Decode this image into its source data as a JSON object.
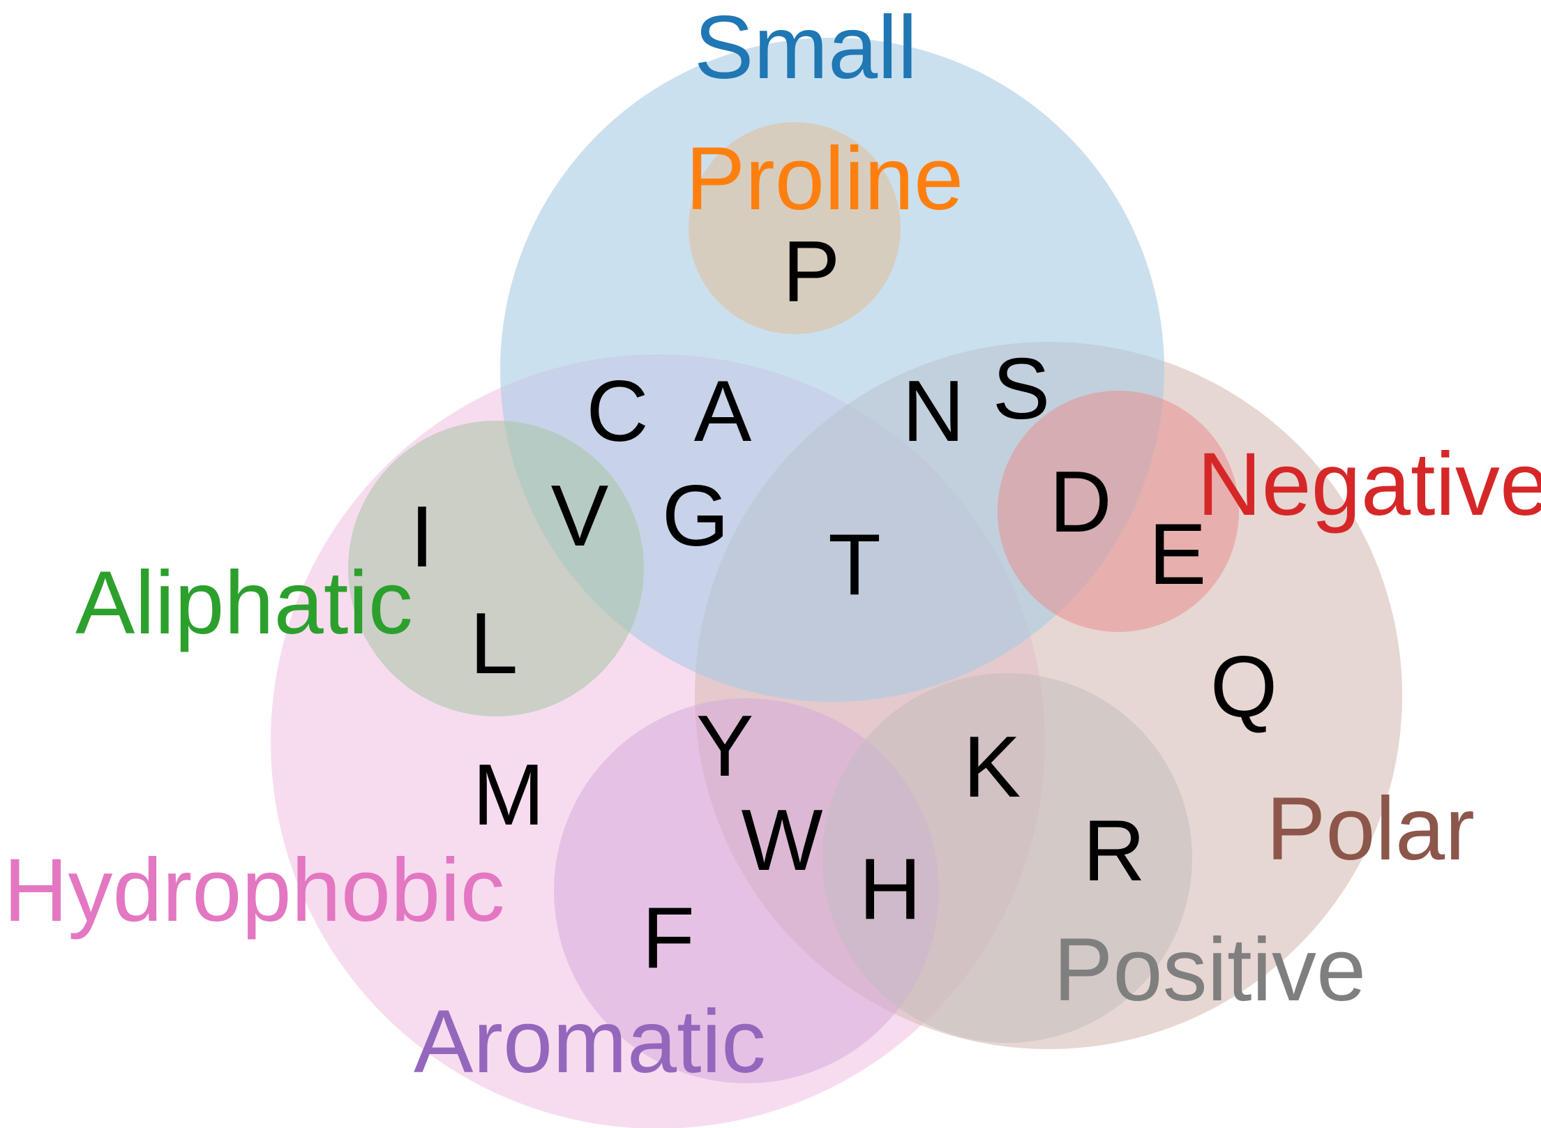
{
  "sets": {
    "small": {
      "label": "Small",
      "color": "#1f77b4",
      "fill": "#a9cbe2"
    },
    "proline": {
      "label": "Proline",
      "color": "#ff7f0e",
      "fill": "#e0bfa0"
    },
    "aliphatic": {
      "label": "Aliphatic",
      "color": "#2ca02c",
      "fill": "#a8c4a4"
    },
    "hydrophobic": {
      "label": "Hydrophobic",
      "color": "#e377c2",
      "fill": "#f0c0e1"
    },
    "polar": {
      "label": "Polar",
      "color": "#8c564b",
      "fill": "#d7bcb6"
    },
    "negative": {
      "label": "Negative",
      "color": "#d62728",
      "fill": "#e89090"
    },
    "positive": {
      "label": "Positive",
      "color": "#7f7f7f",
      "fill": "#c0bcbc"
    },
    "aromatic": {
      "label": "Aromatic",
      "color": "#9467bd",
      "fill": "#d3a8dc"
    }
  },
  "amino_acids": {
    "P": "P",
    "C": "C",
    "A": "A",
    "N": "N",
    "S": "S",
    "I": "I",
    "V": "V",
    "G": "G",
    "T": "T",
    "D": "D",
    "E": "E",
    "L": "L",
    "Q": "Q",
    "Y": "Y",
    "K": "K",
    "M": "M",
    "W": "W",
    "R": "R",
    "H": "H",
    "F": "F"
  }
}
